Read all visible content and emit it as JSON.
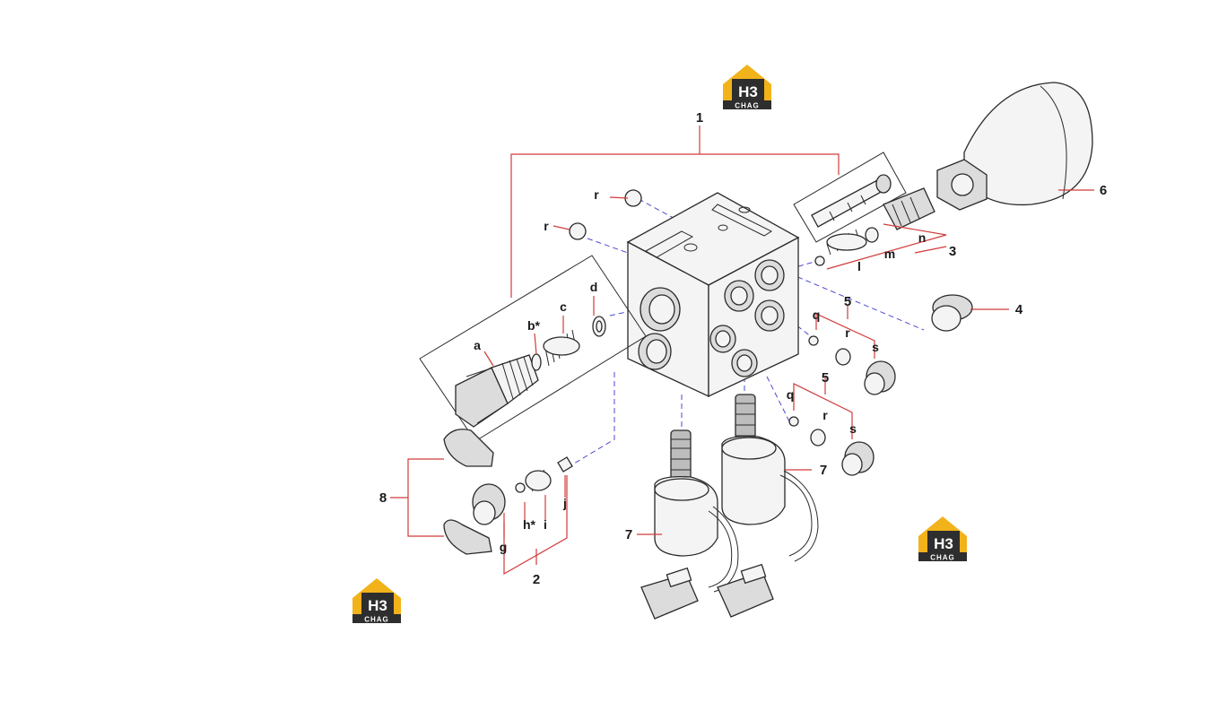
{
  "logos": [
    {
      "mark": "H3",
      "sub": "CHAG"
    },
    {
      "mark": "H3",
      "sub": "CHAG"
    },
    {
      "mark": "H3",
      "sub": "CHAG"
    }
  ],
  "callouts": {
    "c1": "1",
    "c2": "2",
    "c3": "3",
    "c4": "4",
    "c5a": "5",
    "c5b": "5",
    "c6": "6",
    "c7a": "7",
    "c7b": "7",
    "c8": "8",
    "a": "a",
    "b": "b*",
    "c": "c",
    "d": "d",
    "g": "g",
    "h": "h*",
    "i": "i",
    "j": "j",
    "l": "l",
    "m": "m",
    "n": "n",
    "q1": "q",
    "q2": "q",
    "r1": "r",
    "r2": "r",
    "r3": "r",
    "r4": "r",
    "s1": "s",
    "s2": "s"
  },
  "colors": {
    "leader": "#d23a3a",
    "hidden_line": "#4a4ad0",
    "logo_accent": "#f2b21a",
    "logo_body": "#2e2e2e"
  }
}
